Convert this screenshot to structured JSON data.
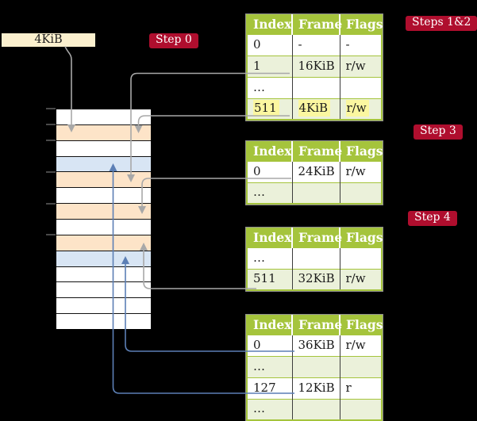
{
  "frame_box": {
    "label": "4KiB"
  },
  "badges": [
    {
      "id": "step0",
      "label": "Step 0"
    },
    {
      "id": "steps12",
      "label": "Steps 1&2"
    },
    {
      "id": "step3",
      "label": "Step 3"
    },
    {
      "id": "step4",
      "label": "Step 4"
    }
  ],
  "memory": {
    "description": "stack of physical memory frames",
    "rows": [
      "white",
      "orange",
      "white",
      "blue",
      "orange",
      "white",
      "orange",
      "white",
      "orange",
      "blue",
      "white",
      "white",
      "white",
      "white"
    ]
  },
  "tables": [
    {
      "name": "page-table-steps-1-2",
      "columns": [
        "Index",
        "Frame",
        "Flags"
      ],
      "rows": [
        {
          "cells": [
            "0",
            "-",
            "-"
          ]
        },
        {
          "cells": [
            "1",
            "16KiB",
            "r/w"
          ]
        },
        {
          "cells": [
            "…",
            "",
            ""
          ]
        },
        {
          "cells": [
            "511",
            "4KiB",
            "r/w"
          ],
          "highlight": true
        }
      ]
    },
    {
      "name": "page-table-step-3",
      "columns": [
        "Index",
        "Frame",
        "Flags"
      ],
      "rows": [
        {
          "cells": [
            "0",
            "24KiB",
            "r/w"
          ]
        },
        {
          "cells": [
            "…",
            "",
            ""
          ]
        }
      ]
    },
    {
      "name": "page-table-step-4a",
      "columns": [
        "Index",
        "Frame",
        "Flags"
      ],
      "rows": [
        {
          "cells": [
            "…",
            "",
            ""
          ]
        },
        {
          "cells": [
            "511",
            "32KiB",
            "r/w"
          ]
        }
      ]
    },
    {
      "name": "page-table-step-4b",
      "columns": [
        "Index",
        "Frame",
        "Flags"
      ],
      "rows": [
        {
          "cells": [
            "0",
            "36KiB",
            "r/w"
          ]
        },
        {
          "cells": [
            "…",
            "",
            ""
          ]
        },
        {
          "cells": [
            "127",
            "12KiB",
            "r"
          ]
        },
        {
          "cells": [
            "…",
            "",
            ""
          ]
        }
      ]
    }
  ],
  "connections": [
    {
      "from": "4KiB box",
      "to": "memory frame row 2",
      "color": "gray"
    },
    {
      "from": "table steps 1&2 entry 1 → 16KiB",
      "to": "memory frame row 5",
      "color": "gray"
    },
    {
      "from": "table steps 1&2 entry 511 → 4KiB",
      "to": "memory frame row 2",
      "color": "gray"
    },
    {
      "from": "table step 3 entry 0 → 24KiB",
      "to": "memory frame row 7",
      "color": "gray"
    },
    {
      "from": "table step 4a entry 511 → 32KiB",
      "to": "memory frame row 9",
      "color": "gray"
    },
    {
      "from": "table step 4b entry 0 → 36KiB",
      "to": "memory frame row 10",
      "color": "blue"
    },
    {
      "from": "table step 4b entry 127 → 12KiB",
      "to": "memory frame row 4",
      "color": "blue"
    }
  ],
  "colors": {
    "background": "#000000",
    "table_header_green": "#A5C43C",
    "table_row_green": "#EBF1DA",
    "frame_orange": "#FDE4C8",
    "frame_blue": "#D8E5F4",
    "highlight_yellow": "#FBF7A0",
    "badge_red": "#AF0E2E",
    "box_cream": "#FBF0CE",
    "arrow_gray": "#A8A8A8",
    "arrow_blue": "#5C7FB5"
  }
}
